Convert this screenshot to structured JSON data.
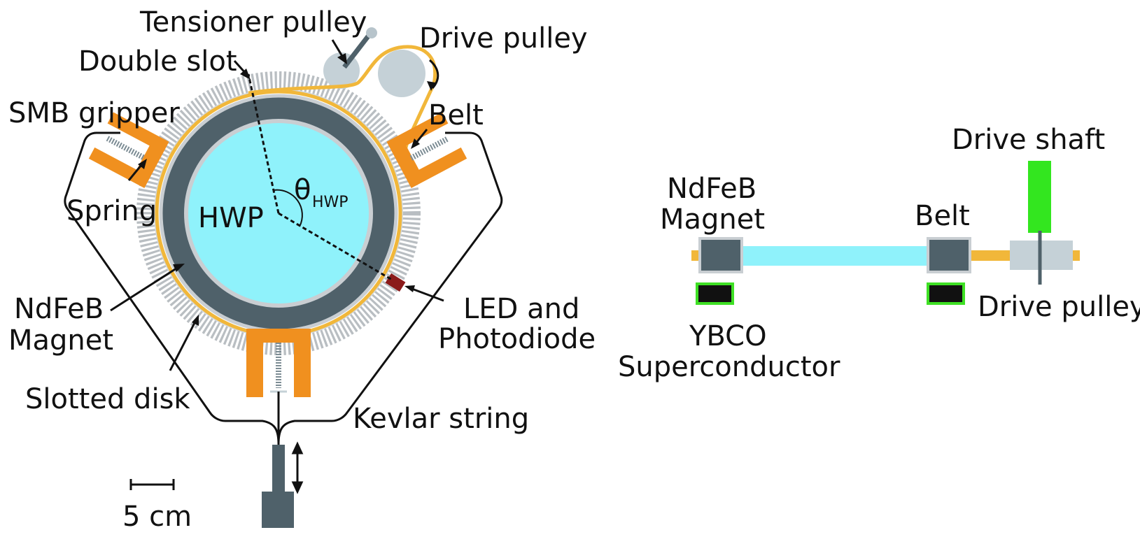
{
  "colors": {
    "hwp": "#8ff2fb",
    "magnet": "#4f616a",
    "magnet_edge": "#c9ced2",
    "belt": "#f1b73a",
    "gripper": "#f0901f",
    "disk_slot": "#b9bec2",
    "pulley": "#c5d1d7",
    "led": "#8b1a1a",
    "drive_shaft": "#33e61f",
    "superconductor": "#111111",
    "superconductor_edge": "#3ee024",
    "string": "#111111"
  },
  "labels": {
    "tensioner_pulley": "Tensioner pulley",
    "drive_pulley": "Drive pulley",
    "double_slot": "Double slot",
    "smb_gripper": "SMB gripper",
    "belt": "Belt",
    "spring": "Spring",
    "hwp": "HWP",
    "theta": "θ",
    "theta_sub": "HWP",
    "ndfeb_line1": "NdFeB",
    "magnet_line2": "Magnet",
    "led_line1": "LED and",
    "led_line2": "Photodiode",
    "slotted_disk": "Slotted disk",
    "kevlar_string": "Kevlar string",
    "scale": "5 cm"
  },
  "side_view": {
    "drive_shaft": "Drive shaft",
    "ndfeb_line1": "NdFeB",
    "magnet_line2": "Magnet",
    "belt": "Belt",
    "drive_pulley": "Drive pulley",
    "ybco_line1": "YBCO",
    "ybco_line2": "Superconductor"
  }
}
